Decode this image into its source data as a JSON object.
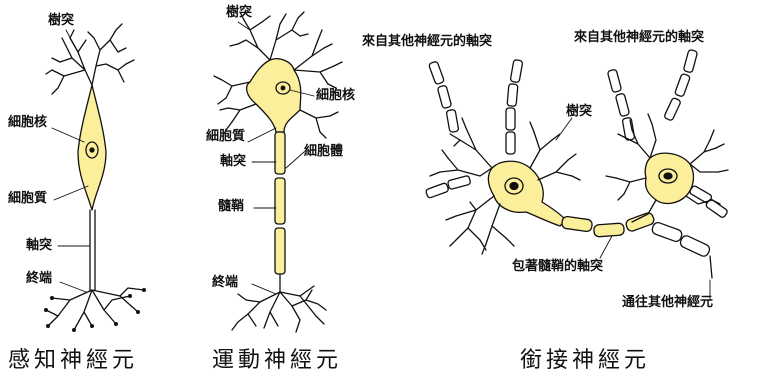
{
  "sensory": {
    "caption": "感知神經元",
    "dendrite": "樹突",
    "nucleus": "細胞核",
    "cytoplasm": "細胞質",
    "axon": "軸突",
    "terminal": "終端"
  },
  "motor": {
    "caption": "運動神經元",
    "dendrite": "樹突",
    "nucleus": "細胞核",
    "cytoplasm": "細胞質",
    "axon": "軸突",
    "cell_body": "細胞體",
    "myelin": "髓鞘",
    "terminal": "終端"
  },
  "inter": {
    "caption": "銜接神經元",
    "axon_from_left": "來自其他神經元的軸突",
    "axon_from_right": "來自其他神經元的軸突",
    "dendrite": "樹突",
    "myelinated_axon": "包著髓鞘的軸突",
    "to_other": "通往其他神經元"
  },
  "colors": {
    "cell_fill": "#fcef9c",
    "stroke": "#111111"
  }
}
